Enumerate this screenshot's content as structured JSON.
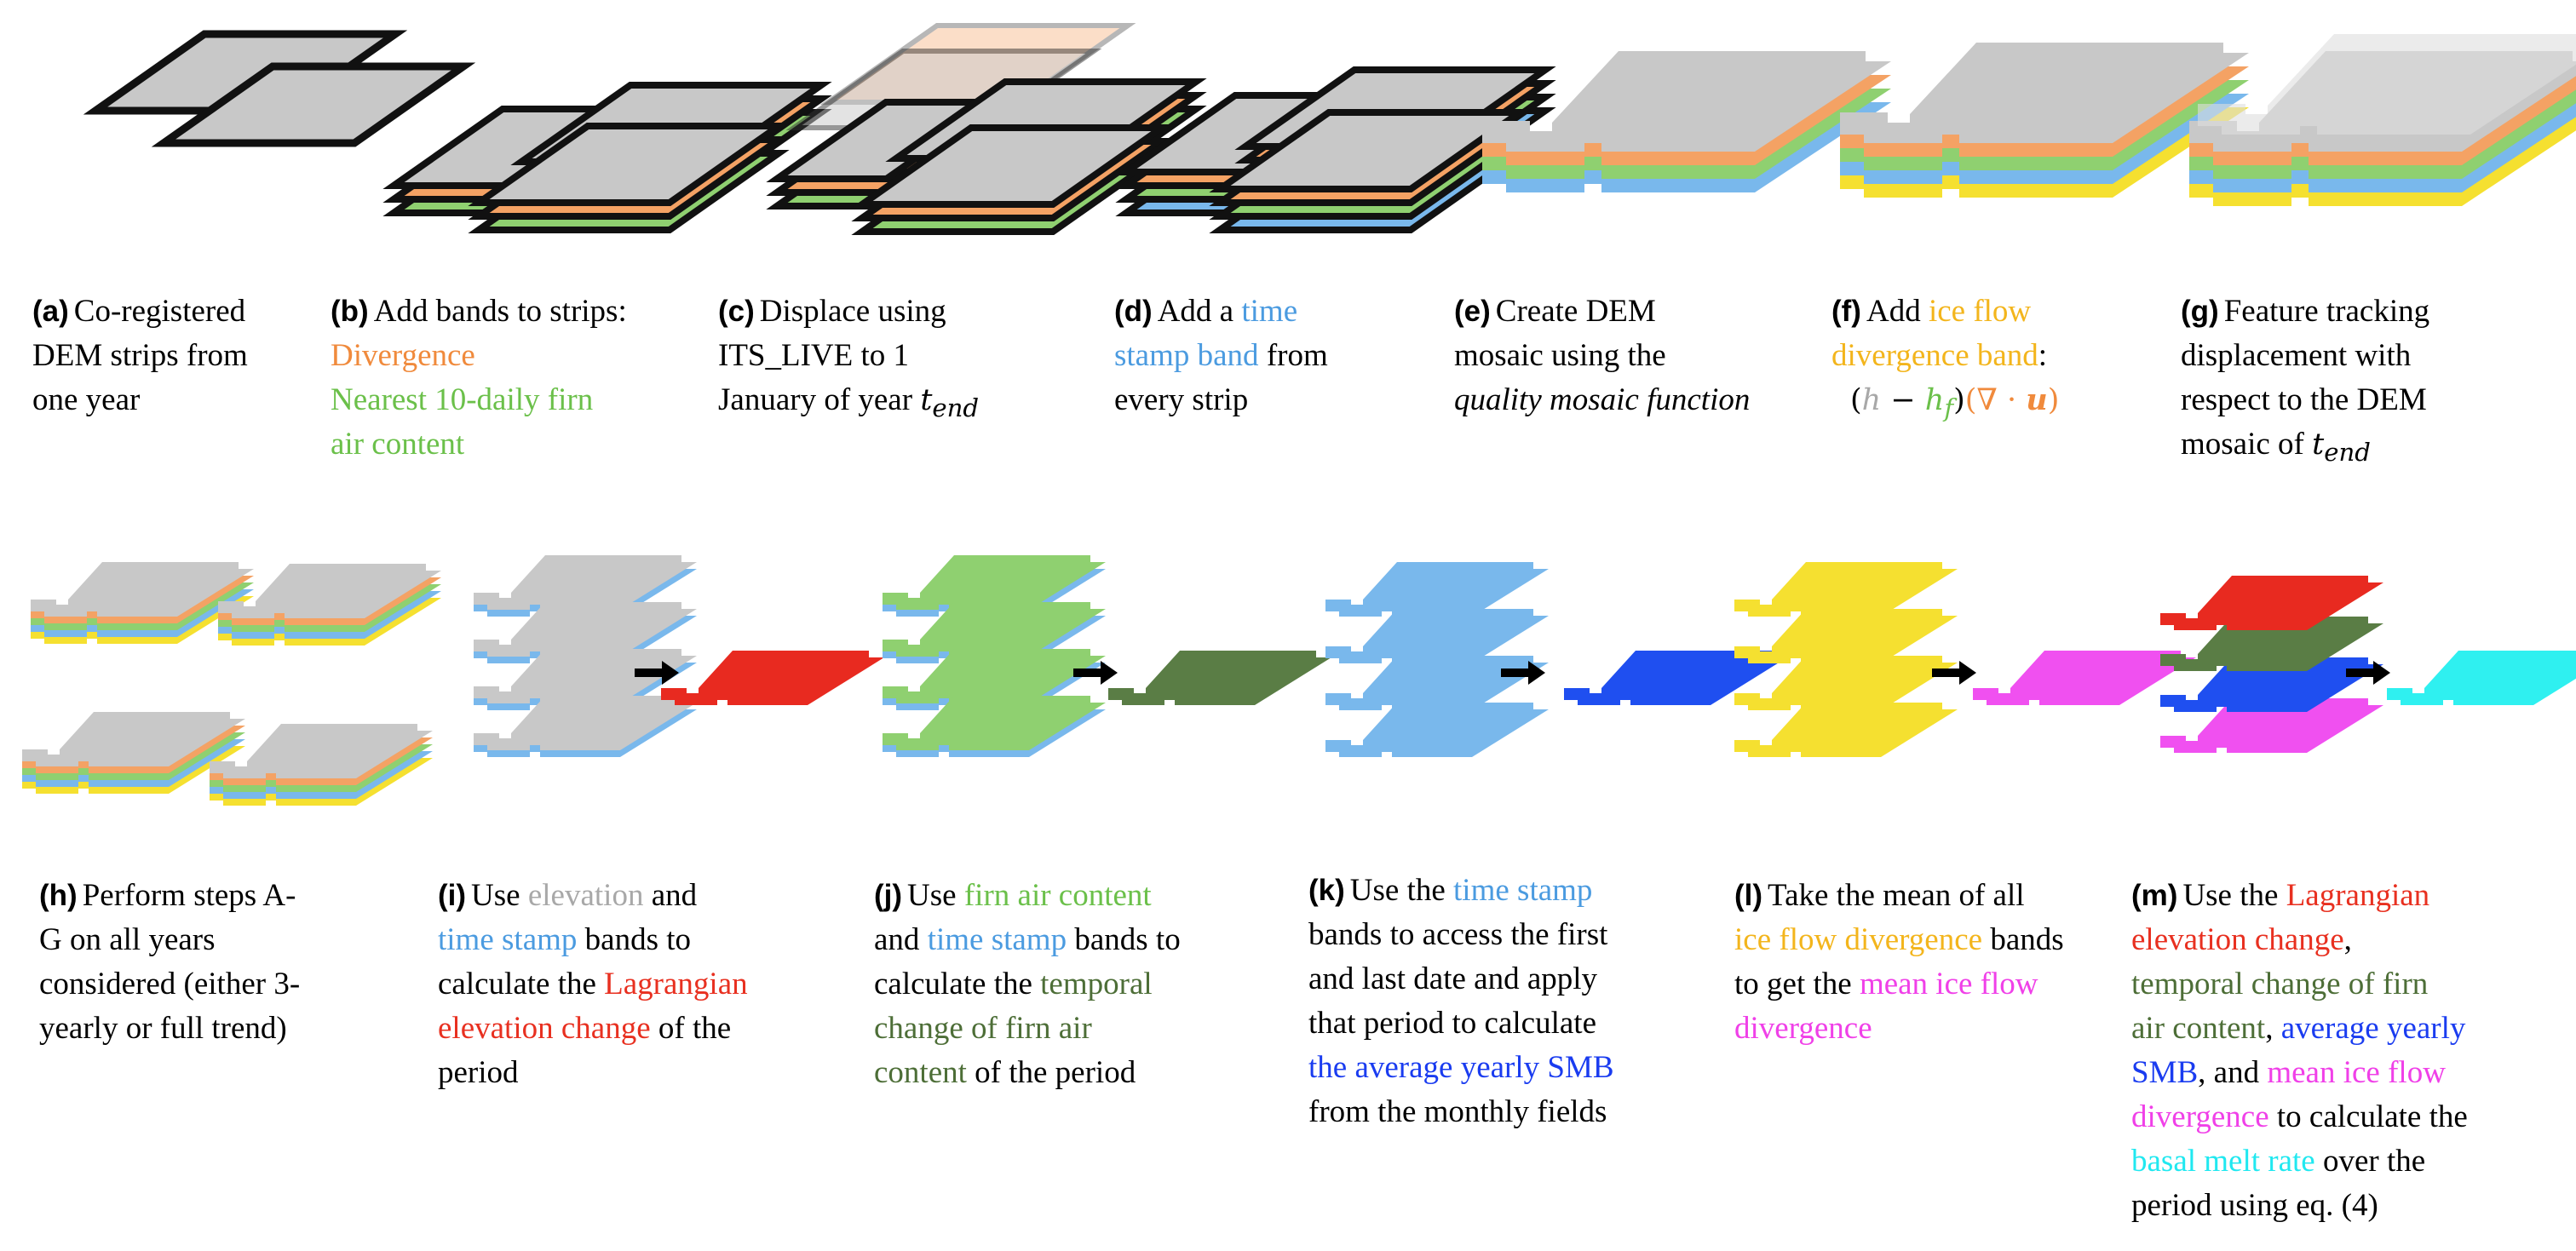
{
  "colors": {
    "grey": "#c8c8c8",
    "orange": "#f4a264",
    "green": "#8fd070",
    "blue": "#79b8ec",
    "yellow": "#f5e030",
    "red": "#e82a20",
    "dark_green": "#5a7d45",
    "royal_blue": "#1f4ff0",
    "magenta": "#f050f0",
    "cyan": "#2ff0f0",
    "text_orange": "#f08a3c",
    "text_green": "#6bc04a",
    "text_blue": "#4b9be0",
    "text_yellow": "#f3b51c",
    "text_grey": "#a8a8a8",
    "text_red": "#e83020",
    "text_darkgreen": "#4d6e37",
    "text_royal": "#1a3cf0",
    "text_magenta": "#f040e8",
    "text_cyan": "#20e8f0"
  },
  "icons": {
    "arrow": "right-arrow-icon"
  },
  "captions": {
    "a": {
      "label": "(a)",
      "l1": "Co-registered",
      "l2": "DEM strips from",
      "l3": "one year"
    },
    "b": {
      "label": "(b)",
      "l1": "Add bands to strips:",
      "l2": "Divergence",
      "l3": "Nearest 10-daily firn",
      "l4": "air content"
    },
    "c": {
      "label": "(c)",
      "l1": "Displace using",
      "l2": "ITS_LIVE to 1",
      "l3": "January of year ",
      "l3_math": "t",
      "l3_sub": "end"
    },
    "d": {
      "label": "(d)",
      "l1a": "Add a ",
      "l1b": "time",
      "l2a": "stamp band",
      "l2b": " from",
      "l3": "every strip"
    },
    "e": {
      "label": "(e)",
      "l1": "Create DEM",
      "l2": "mosaic using the",
      "l3": "quality mosaic function"
    },
    "f": {
      "label": "(f)",
      "l1a": "Add ",
      "l1b": "ice flow",
      "l2a": "divergence band",
      "l2b": ":",
      "f_open": "(",
      "f_h": "h",
      "f_minus": " − ",
      "f_hf": "h",
      "f_hf_sub": "f",
      "f_close": ")",
      "f_div": "(∇ · ",
      "f_u": "u",
      "f_div_close": ")"
    },
    "g": {
      "label": "(g)",
      "l1": "Feature tracking",
      "l2": "displacement with",
      "l3": "respect to the DEM",
      "l4": "mosaic of ",
      "l4_math": "t",
      "l4_sub": "end"
    },
    "h": {
      "label": "(h)",
      "l1": "Perform steps A-",
      "l2": "G on all years",
      "l3": "considered (either 3-",
      "l4": "yearly or full trend)"
    },
    "i": {
      "label": "(i)",
      "l1a": "Use ",
      "l1b": "elevation",
      "l1c": " and",
      "l2a": "time stamp",
      "l2b": " bands to",
      "l3a": "calculate the ",
      "l3b": "Lagrangian",
      "l4a": "elevation change",
      "l4b": " of the",
      "l5": "period"
    },
    "j": {
      "label": "(j)",
      "l1a": "Use ",
      "l1b": "firn air content",
      "l2a": "and ",
      "l2b": "time stamp",
      "l2c": " bands to",
      "l3a": "calculate the ",
      "l3b": "temporal",
      "l4": "change of firn air",
      "l5a": "content",
      "l5b": " of the period"
    },
    "k": {
      "label": "(k)",
      "l1a": "Use the ",
      "l1b": "time stamp",
      "l2": "bands to access the first",
      "l3": "and last date and apply",
      "l4": "that period to calculate",
      "l5": "the average yearly SMB",
      "l6": "from the monthly fields"
    },
    "l": {
      "label": "(l)",
      "l1": "Take the mean of all",
      "l2a": "ice flow divergence",
      "l2b": " bands",
      "l3a": "to get the ",
      "l3b": "mean ice flow",
      "l4": "divergence"
    },
    "m": {
      "label": "(m)",
      "l1a": "Use the ",
      "l1b": "Lagrangian",
      "l2a": "elevation change",
      "l2b": ",",
      "l3a": "temporal change of firn",
      "l4a": "air content",
      "l4b": ", ",
      "l4c": "average yearly",
      "l5a": "SMB",
      "l5b": ", and ",
      "l5c": "mean ice flow",
      "l6a": "divergence",
      "l6b": " to calculate the",
      "l7a": "basal melt rate",
      "l7b": " over the",
      "l8": "period using eq. (4)"
    }
  }
}
